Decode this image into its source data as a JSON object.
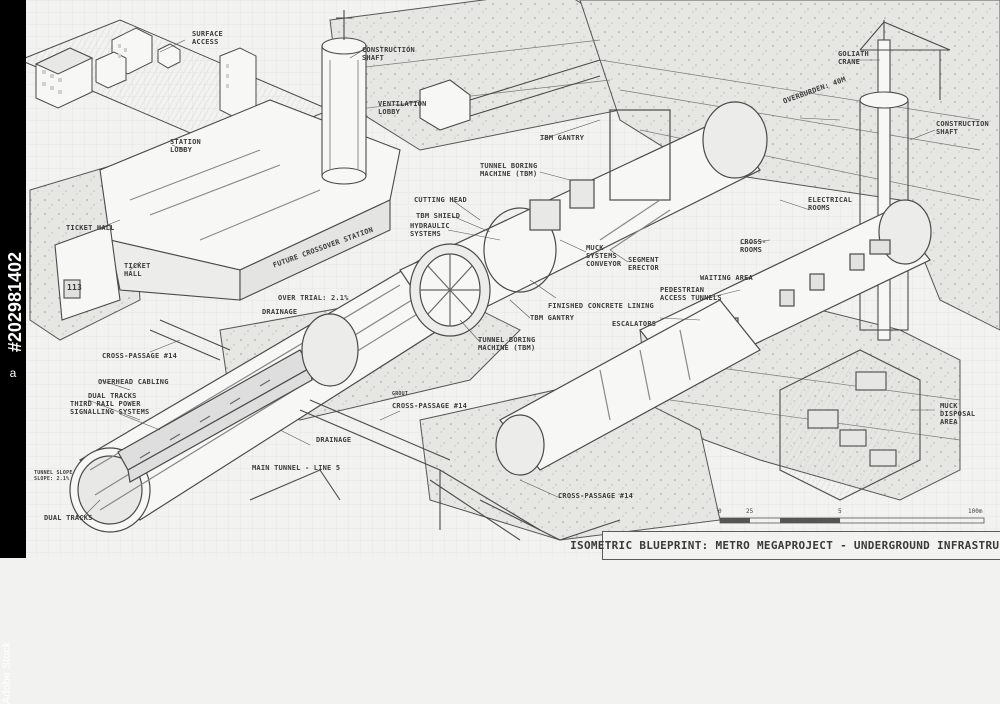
{
  "title": "ISOMETRIC BLUEPRINT: METRO MEGAPROJECT - UNDERGROUND INFRASTRUCTURE",
  "labels": {
    "surface_access": "SURFACE\nACCESS",
    "construction_shaft_left": "CONSTRUCTION\nSHAFT",
    "ventilation_lobby": "VENTILATION\nLOBBY",
    "station_lobby": "STATION\nLOBBY",
    "ticket_hall_left": "TICKET HALL",
    "ticket_hall": "TICKET\nHALL",
    "future_crossover": "FUTURE CROSSOVER STATION",
    "tbm_gantry_top": "TBM GANTRY",
    "tbm_top": "TUNNEL BORING\nMACHINE (TBM)",
    "cutting_head": "CUTTING HEAD",
    "tbm_shield": "TBM SHIELD",
    "hydraulic_systems": "HYDRAULIC\nSYSTEMS",
    "muck_conveyor": "MUCK\nSYSTEMS\nCONVEYOR",
    "segment_erector": "SEGMENT\nERECTOR",
    "finished_lining": "FINISHED CONCRETE LINING",
    "tbm_gantry_mid": "TBM GANTRY",
    "tbm_mid": "TUNNEL BORING\nMACHINE (TBM)",
    "overburden": "OVERBURDEN: 40m",
    "goliath_crane": "GOLIATH\nCRANE",
    "construction_shaft_right": "CONSTRUCTION\nSHAFT",
    "electrical_rooms": "ELECTRICAL\nROOMS",
    "cross_rooms": "CROSS-\nROOMS",
    "waiting_area": "WAITING AREA",
    "pedestrian_tunnels": "PEDESTRIAN\nACCESS TUNNELS",
    "escalators": "ESCALATORS",
    "muck_disposal": "MUCK\nDISPOSAL\nAREA",
    "over_trial": "OVER TRIAL: 2.1%",
    "drainage_top": "DRAINAGE",
    "cross_passage_left": "CROSS-PASSAGE #14",
    "overhead_cabling": "OVERHEAD CABLING",
    "dual_tracks_top": "DUAL TRACKS",
    "power_signalling": "THIRD RAIL POWER\nSIGNALLING SYSTEMS",
    "tunnel_slope": "TUNNEL SLOPE\nSLOPE: 2.1%",
    "dual_tracks_bottom": "DUAL TRACKS",
    "main_tunnel": "MAIN TUNNEL - LINE 5",
    "drainage_mid": "DRAINAGE",
    "cross_passage_center_small": "GROUT",
    "cross_passage_center": "CROSS-PASSAGE #14",
    "cross_passage_bottom": "CROSS-PASSAGE #14",
    "station_sign": "113"
  },
  "scale": {
    "ticks": [
      "0",
      "25",
      "5",
      "100m"
    ]
  },
  "stock": {
    "logo": "a",
    "text": "Adobe Stock",
    "id": "#202981402"
  },
  "colors": {
    "line": "#4a4a4a",
    "grid": "#d8d8d4",
    "soil": "#e4e4e0",
    "paper": "#f2f2f0"
  }
}
